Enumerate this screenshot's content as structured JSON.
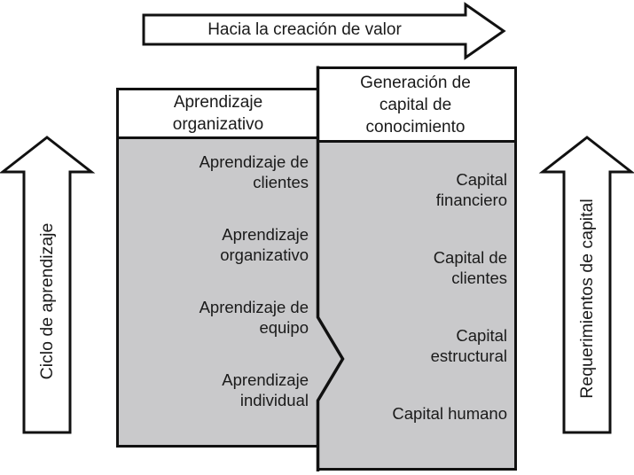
{
  "colors": {
    "box_fill": "#c9c9cb",
    "line": "#111111",
    "text": "#1a1a1a"
  },
  "top_arrow": {
    "label": "Hacia la creación de valor"
  },
  "left_arrow": {
    "label": "Ciclo de aprendizaje"
  },
  "right_arrow": {
    "label": "Requerimientos de capital"
  },
  "left_box": {
    "title": "Aprendizaje\norganizativo",
    "items": [
      "Aprendizaje de\nclientes",
      "Aprendizaje\norganizativo",
      "Aprendizaje de\nequipo",
      "Aprendizaje\nindividual"
    ]
  },
  "right_box": {
    "title": "Generación de\ncapital de\nconocimiento",
    "items": [
      "Capital\nfinanciero",
      "Capital de\nclientes",
      "Capital\nestructural",
      "Capital humano"
    ]
  }
}
